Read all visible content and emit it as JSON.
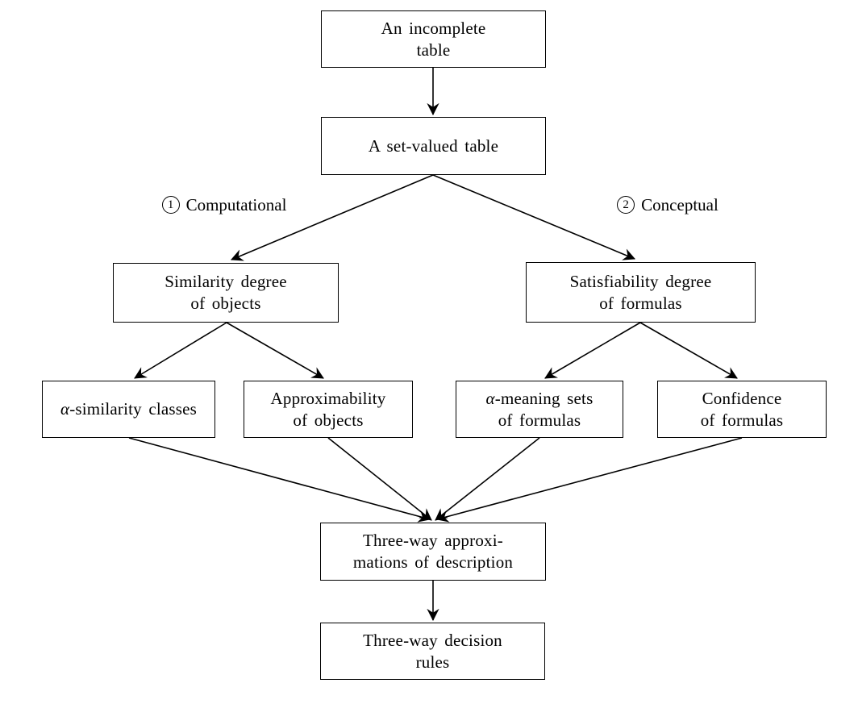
{
  "diagram": {
    "background_color": "#ffffff",
    "line_color": "#000000",
    "boxes": {
      "incomplete_table": "An incomplete\ntable",
      "set_valued_table": "A set-valued table",
      "similarity_degree": "Similarity degree\nof objects",
      "satisfiability_degree": "Satisfiability degree\nof formulas",
      "alpha_similarity": {
        "alpha": "α",
        "rest": "-similarity classes"
      },
      "approximability": "Approximability\nof objects",
      "alpha_meaning": {
        "alpha": "α",
        "line1_rest": "-meaning sets",
        "line2": "of formulas"
      },
      "confidence": "Confidence\nof formulas",
      "three_way_approximations": "Three-way approxi-\nmations of description",
      "three_way_rules": "Three-way decision\nrules"
    },
    "branch_labels": {
      "computational": {
        "number": "1",
        "label": "Computational"
      },
      "conceptual": {
        "number": "2",
        "label": "Conceptual"
      }
    }
  }
}
